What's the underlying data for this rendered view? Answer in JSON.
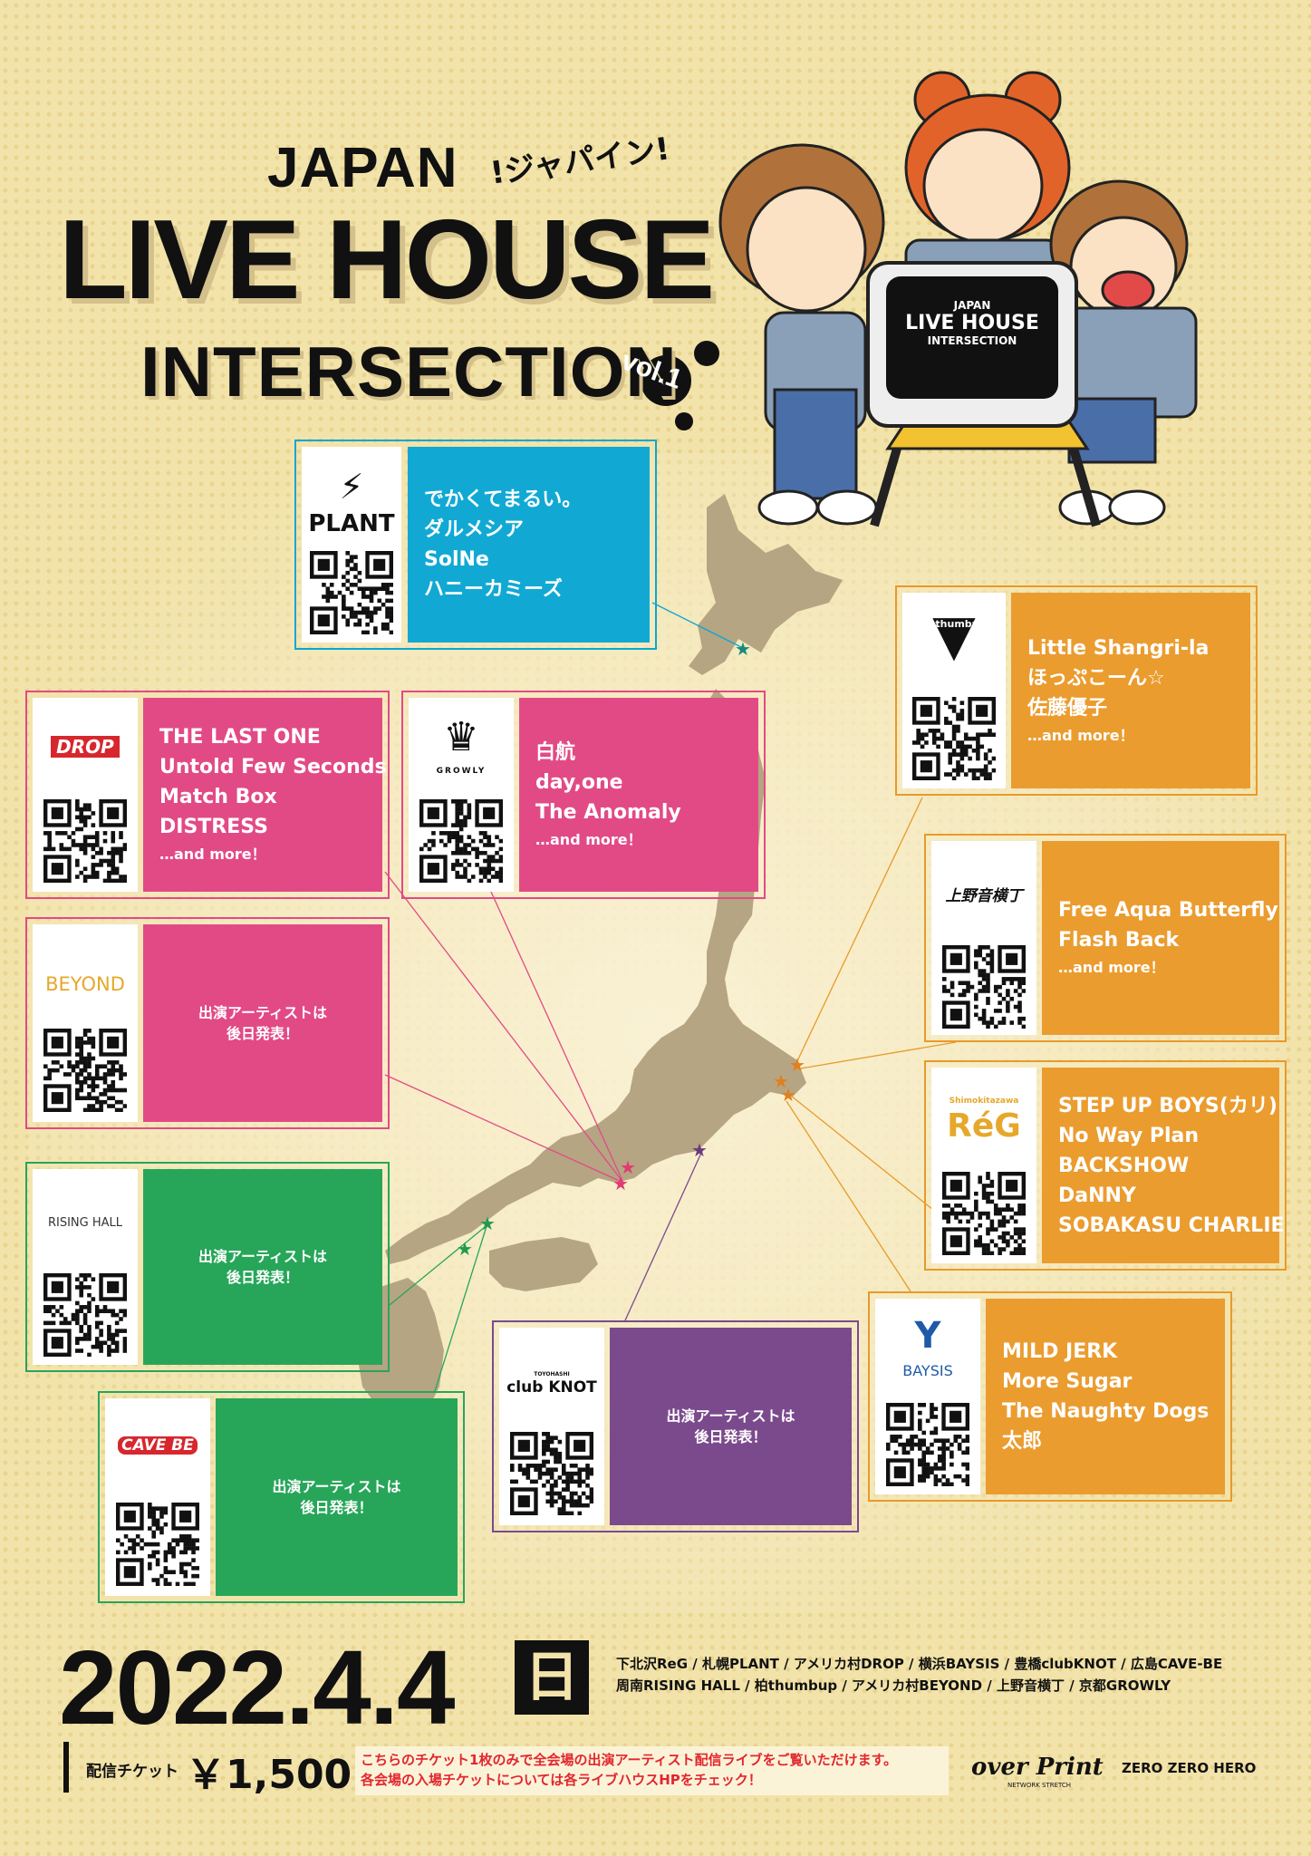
{
  "header": {
    "japan": "JAPAN",
    "katakana": "!ジャパイン!",
    "live_house": "LIVE HOUSE",
    "intersection": "INTERSECTION",
    "vol": "vol.1",
    "tv_japan": "JAPAN",
    "tv_live_house": "LIVE HOUSE",
    "tv_intersection": "INTERSECTION"
  },
  "venues": {
    "plant": {
      "logo": "PLANT",
      "artists": [
        "でかくてまるい。",
        "ダルメシア",
        "SolNe",
        "ハニーカミーズ"
      ]
    },
    "drop": {
      "logo": "DROP",
      "artists": [
        "THE LAST ONE",
        "Untold Few Seconds",
        "Match Box",
        "DISTRESS"
      ],
      "more": "…and more！"
    },
    "growly": {
      "logo": "GROWLY",
      "artists": [
        "白航",
        "day,one",
        "The Anomaly"
      ],
      "more": "…and more！"
    },
    "beyond": {
      "logo": "BEYOND",
      "tba_line1": "出演アーティストは",
      "tba_line2": "後日発表！"
    },
    "rising_hall": {
      "logo": "RISING HALL",
      "tba_line1": "出演アーティストは",
      "tba_line2": "後日発表！"
    },
    "cave_be": {
      "logo": "CAVE BE",
      "tba_line1": "出演アーティストは",
      "tba_line2": "後日発表！"
    },
    "knot": {
      "logo_small": "TOYOHASHI",
      "logo": "club KNOT",
      "tba_line1": "出演アーティストは",
      "tba_line2": "後日発表！"
    },
    "thumbup": {
      "logo": "柏 thumbup",
      "artists": [
        "Little Shangri-la",
        "ほっぷこーん☆",
        "佐藤優子"
      ],
      "more": "…and more！"
    },
    "uenoyokocho": {
      "logo": "上野音横丁",
      "artists": [
        "Free Aqua Butterfly",
        "Flash Back"
      ],
      "more": "…and more！"
    },
    "reg": {
      "logo_small": "Shimokitazawa",
      "logo": "RéG",
      "artists": [
        "STEP UP BOYS(カリ)",
        "No Way Plan",
        "BACKSHOW",
        "DaNNY",
        "SOBAKASU CHARLIE"
      ]
    },
    "baysis": {
      "logo": "BAYSIS",
      "artists": [
        "MILD JERK",
        "More Sugar",
        "The Naughty Dogs",
        "太郎"
      ]
    }
  },
  "event": {
    "date": "2022.4.4",
    "day": "日",
    "venue_line1": "下北沢ReG / 札幌PLANT / アメリカ村DROP / 横浜BAYSIS / 豊橋clubKNOT / 広島CAVE-BE",
    "venue_line2": "周南RISING HALL / 柏thumbup / アメリカ村BEYOND / 上野音横丁 / 京都GROWLY"
  },
  "ticket": {
    "label": "配信チケット",
    "price": "￥1,500",
    "note_line1": "こちらのチケット1枚のみで全会場の出演アーティスト配信ライブをご覧いただけます。",
    "note_line2": "各会場の入場チケットについては各ライブハウスHPをチェック！"
  },
  "brands": {
    "over_print": "over Print",
    "over_print_sub": "NETWORK STRETCH",
    "zero_zero_hero": "ZERO ZERO HERO"
  },
  "colors": {
    "pink": "#e24a86",
    "blue": "#11a9d4",
    "orange": "#eb9c2f",
    "green": "#27a65a",
    "purple": "#7b4a8c",
    "background": "#f2e3aa"
  }
}
